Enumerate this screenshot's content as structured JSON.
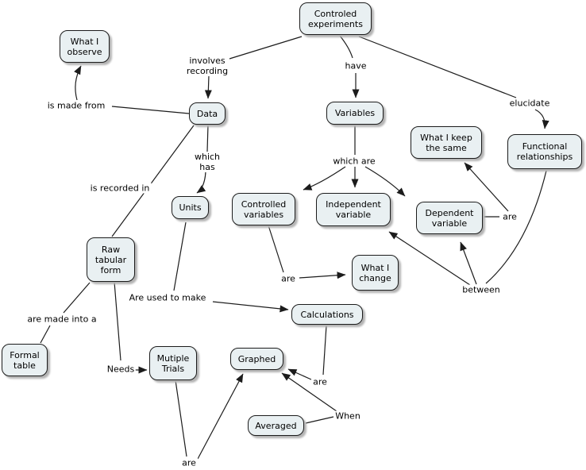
{
  "diagram": {
    "title": "concept map: controlled experiments",
    "colors": {
      "background": "#ffffff",
      "node_fill": "#e9f0f2",
      "node_border": "#1c1c1c",
      "line_color": "#1c1c1c",
      "text_color": "#000000"
    },
    "nodes": [
      {
        "id": "controlled-experiments",
        "label": "Controled\nexperiments"
      },
      {
        "id": "what-i-observe",
        "label": "What I\nobserve"
      },
      {
        "id": "data",
        "label": "Data"
      },
      {
        "id": "variables",
        "label": "Variables"
      },
      {
        "id": "what-i-keep-the-same",
        "label": "What I keep\nthe same"
      },
      {
        "id": "functional-relationships",
        "label": "Functional\nrelationships"
      },
      {
        "id": "units",
        "label": "Units"
      },
      {
        "id": "controlled-variables",
        "label": "Controlled\nvariables"
      },
      {
        "id": "independent-variable",
        "label": "Independent\nvariable"
      },
      {
        "id": "dependent-variable",
        "label": "Dependent\nvariable"
      },
      {
        "id": "raw-tabular-form",
        "label": "Raw\ntabular\nform"
      },
      {
        "id": "what-i-change",
        "label": "What I\nchange"
      },
      {
        "id": "calculations",
        "label": "Calculations"
      },
      {
        "id": "formal-table",
        "label": "Formal\ntable"
      },
      {
        "id": "mutiple-trials",
        "label": "Mutiple\nTrials"
      },
      {
        "id": "graphed",
        "label": "Graphed"
      },
      {
        "id": "averaged",
        "label": "Averaged"
      }
    ],
    "edge_labels": [
      {
        "id": "involves-recording",
        "label": "involves\nrecording"
      },
      {
        "id": "have",
        "label": "have"
      },
      {
        "id": "elucidate",
        "label": "elucidate"
      },
      {
        "id": "is-made-from",
        "label": "is made from"
      },
      {
        "id": "which-has",
        "label": "which\nhas"
      },
      {
        "id": "which-are",
        "label": "which are"
      },
      {
        "id": "is-recorded-in",
        "label": "is recorded in"
      },
      {
        "id": "are-controlled",
        "label": "are"
      },
      {
        "id": "are-dependent",
        "label": "are"
      },
      {
        "id": "between",
        "label": "between"
      },
      {
        "id": "are-used-to-make",
        "label": "Are used to make"
      },
      {
        "id": "are-made-into-a",
        "label": "are made into a"
      },
      {
        "id": "needs",
        "label": "Needs"
      },
      {
        "id": "are-calculations",
        "label": "are"
      },
      {
        "id": "when",
        "label": "When"
      },
      {
        "id": "are-trials",
        "label": "are"
      }
    ]
  }
}
